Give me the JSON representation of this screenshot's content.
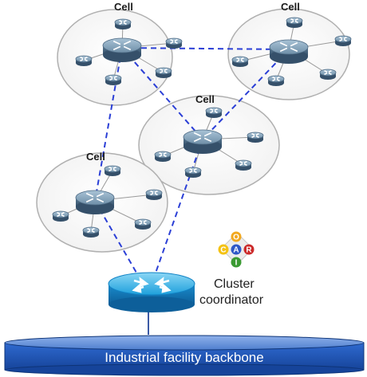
{
  "cells": [
    {
      "id": "cell-1",
      "label": "Cell"
    },
    {
      "id": "cell-2",
      "label": "Cell"
    },
    {
      "id": "cell-3",
      "label": "Cell"
    },
    {
      "id": "cell-4",
      "label": "Cell"
    }
  ],
  "coordinator": {
    "label_line1": "Cluster",
    "label_line2": "coordinator",
    "logo_letters": [
      "O",
      "C",
      "A",
      "R",
      "I"
    ]
  },
  "backbone": {
    "label": "Industrial facility backbone"
  },
  "colors": {
    "link": "#2b3fd6",
    "cell_border": "#b0b0b0",
    "router_body": "#5e7f98",
    "hub_body": "#2aa8e0",
    "backbone_fill": "#1f55b8"
  }
}
